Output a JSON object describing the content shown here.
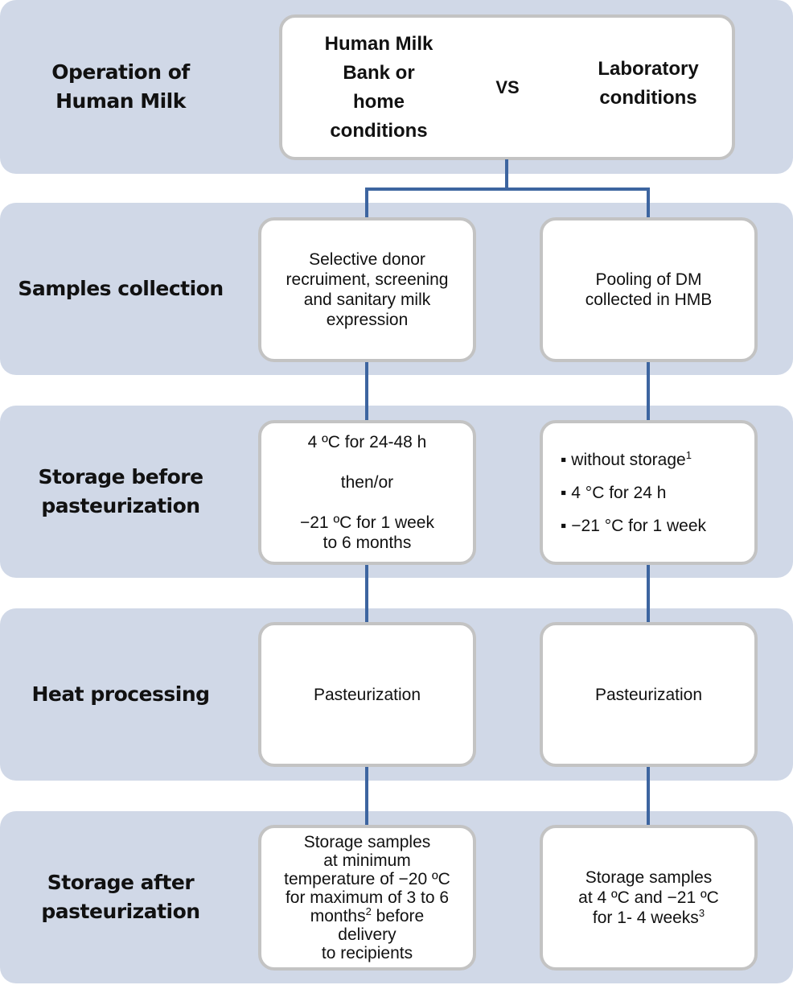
{
  "colors": {
    "band_fill": "#d0d8e7",
    "box_fill": "#ffffff",
    "box_border": "#c3c3c3",
    "connector": "#3d65a0",
    "text": "#111111"
  },
  "header": {
    "label_line1": "Operation of",
    "label_line2": "Human Milk",
    "comparison": {
      "left_lines": [
        "Human Milk",
        "Bank or",
        "home",
        "conditions"
      ],
      "vs": "VS",
      "right_lines": [
        "Laboratory",
        "conditions"
      ]
    }
  },
  "stages": [
    {
      "label_lines": [
        "Samples collection"
      ],
      "left_box_lines": [
        "Selective donor",
        "recruiment, screening",
        "and sanitary milk",
        "expression"
      ],
      "right_box_lines": [
        "Pooling of DM",
        "collected in HMB"
      ]
    },
    {
      "label_lines": [
        "Storage before",
        "pasteurization"
      ],
      "left_box_paragraphs": [
        "4 ºC for 24-48 h",
        "then/or",
        "−21 ºC for 1 week\nto 6 months"
      ],
      "right_box_bullets": [
        {
          "text": "▪ without storage",
          "sup": "1"
        },
        {
          "text": "▪ 4 °C for 24 h",
          "sup": ""
        },
        {
          "text": "▪ −21 °C for 1 week",
          "sup": ""
        }
      ]
    },
    {
      "label_lines": [
        "Heat processing"
      ],
      "left_box_lines": [
        "Pasteurization"
      ],
      "right_box_lines": [
        "Pasteurization"
      ]
    },
    {
      "label_lines": [
        "Storage after",
        "pasteurization"
      ],
      "left_box": {
        "pre_lines": [
          "Storage samples",
          "at minimum",
          "temperature of −20 ºC",
          "for maximum of 3 to 6"
        ],
        "sup_line_before": "months",
        "sup": "2",
        "sup_line_after": " before",
        "post_lines": [
          "delivery",
          "to recipients"
        ]
      },
      "right_box": {
        "lines": [
          "Storage samples",
          "at 4 ºC and −21 ºC"
        ],
        "last_line": "for 1- 4 weeks",
        "sup": "3"
      }
    }
  ]
}
